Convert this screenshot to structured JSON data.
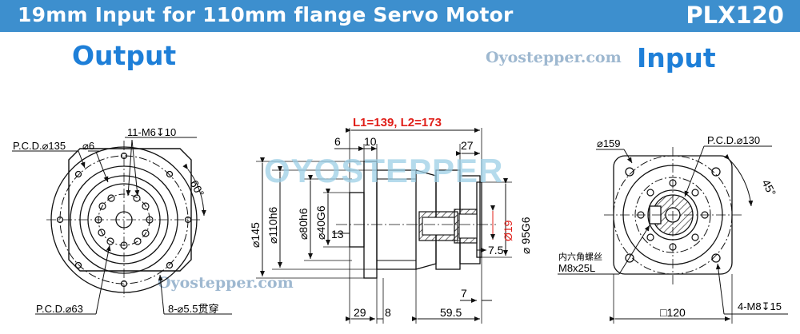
{
  "header": {
    "title": "19mm Input for 110mm flange Servo Motor",
    "model": "PLX120"
  },
  "views": {
    "output_label": "Output",
    "input_label": "Input"
  },
  "watermarks": {
    "site_top": "Oyostepper.com",
    "site_bottom": "Oyostepper.com",
    "logo": "OYOSTEPPER"
  },
  "output_view": {
    "pcd_outer": "P.C.D.⌀135",
    "pin_dia": "⌀6",
    "thread_holes": "11-M6↧10",
    "angle": "60°",
    "pcd_inner": "P.C.D.⌀63",
    "through_holes": "8-⌀5.5贯穿"
  },
  "side_view": {
    "lengths": "L1=139, L2=173",
    "d_6": "6",
    "d_10": "10",
    "d_27": "27",
    "d_145": "⌀145",
    "d_110": "⌀110h6",
    "d_80": "⌀80h6",
    "d_40": "⌀40G6",
    "d_13": "13",
    "d_19": "Ø19",
    "d_95": "⌀ 95G6",
    "d_7_5": "7.5",
    "d_7": "7",
    "d_29": "29",
    "d_8": "8",
    "d_59_5": "59.5"
  },
  "input_view": {
    "d_159": "⌀159",
    "pcd": "P.C.D.⌀130",
    "angle": "45°",
    "socket_note": "内六角螺丝",
    "socket_size": "M8x25L",
    "square": "□120",
    "mount_holes": "4-M8↧15"
  },
  "colors": {
    "banner": "#3d8fce",
    "label_blue": "#1e7fd8",
    "dim_red": "#e0201a",
    "line": "#111111"
  }
}
